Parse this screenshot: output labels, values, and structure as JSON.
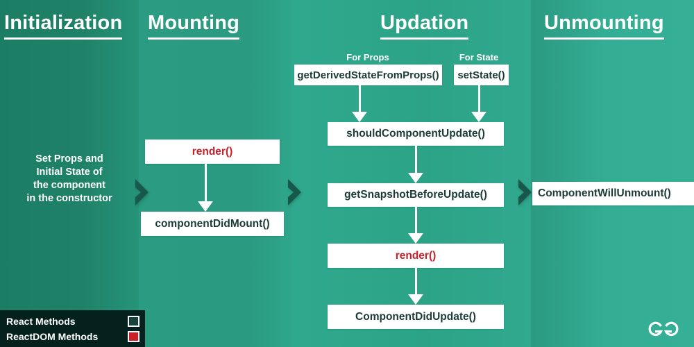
{
  "diagram": {
    "title": "React Component Lifecycle",
    "colors": {
      "bg_initialization": "#1f8268",
      "bg_mounting": "#2a9a80",
      "bg_updation": "#2ca386",
      "bg_unmounting": "#33ad93",
      "box_bg": "#ffffff",
      "box_text": "#1b3b36",
      "reactdom_text": "#c8202b",
      "legend_bg": "#04211e",
      "arrow": "#ffffff"
    },
    "columns": [
      {
        "id": "initialization",
        "heading": "Initialization"
      },
      {
        "id": "mounting",
        "heading": "Mounting"
      },
      {
        "id": "updation",
        "heading": "Updation"
      },
      {
        "id": "unmounting",
        "heading": "Unmounting"
      }
    ],
    "initialization": {
      "description": "Set Props and\nInitial State of\nthe component\nin the constructor",
      "line1": "Set Props and",
      "line2": "Initial State of",
      "line3": "the component",
      "line4": "in the constructor"
    },
    "mounting": {
      "render": "render()",
      "component_did_mount": "componentDidMount()"
    },
    "updation": {
      "caption_props": "For Props",
      "caption_state": "For State",
      "get_derived_state_from_props": "getDerivedStateFromProps()",
      "set_state": "setState()",
      "should_component_update": "shouldComponentUpdate()",
      "get_snapshot_before_update": "getSnapshotBeforeUpdate()",
      "render": "render()",
      "component_did_update": "ComponentDidUpdate()"
    },
    "unmounting": {
      "component_will_unmount": "ComponentWillUnmount()"
    },
    "legend": {
      "rows": [
        {
          "label": "React Methods",
          "swatch": "dark-teal-square"
        },
        {
          "label": "ReactDOM Methods",
          "swatch": "red-square"
        }
      ]
    },
    "branding": {
      "logo": "geeksforgeeks-gg-logo"
    }
  }
}
